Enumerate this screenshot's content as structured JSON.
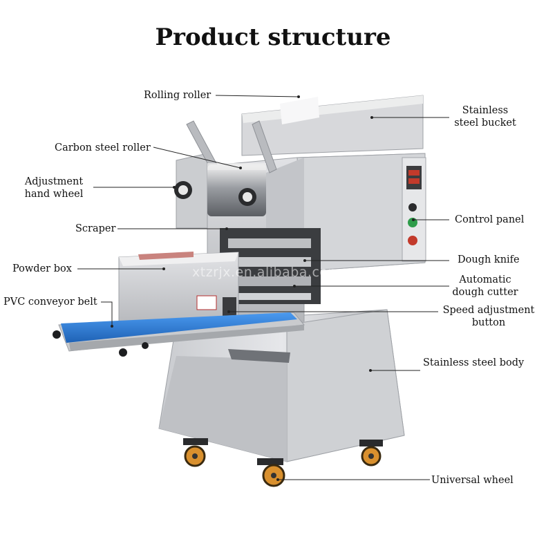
{
  "title": "Product structure",
  "watermark": "xtzrjx.en.alibaba.com",
  "labels": {
    "rolling_roller": "Rolling roller",
    "stainless_bucket_1": "Stainless",
    "stainless_bucket_2": "steel bucket",
    "carbon_steel_roller": "Carbon steel roller",
    "adjustment_1": "Adjustment",
    "adjustment_2": "hand wheel",
    "control_panel": "Control panel",
    "scraper": "Scraper",
    "dough_knife": "Dough knife",
    "powder_box": "Powder box",
    "automatic_1": "Automatic",
    "automatic_2": "dough cutter",
    "pvc_belt": "PVC conveyor belt",
    "speed_1": "Speed adjustment",
    "speed_2": "button",
    "stainless_body": "Stainless steel body",
    "universal_wheel": "Universal wheel"
  },
  "colors": {
    "steel_light": "#d9dadd",
    "steel_mid": "#b9bbbf",
    "steel_dark": "#8d9095",
    "conveyor_blue": "#2f7fd6",
    "display_red": "#c23a2b",
    "button_green": "#2e9c4a",
    "wheel_orange": "#d9902e"
  }
}
